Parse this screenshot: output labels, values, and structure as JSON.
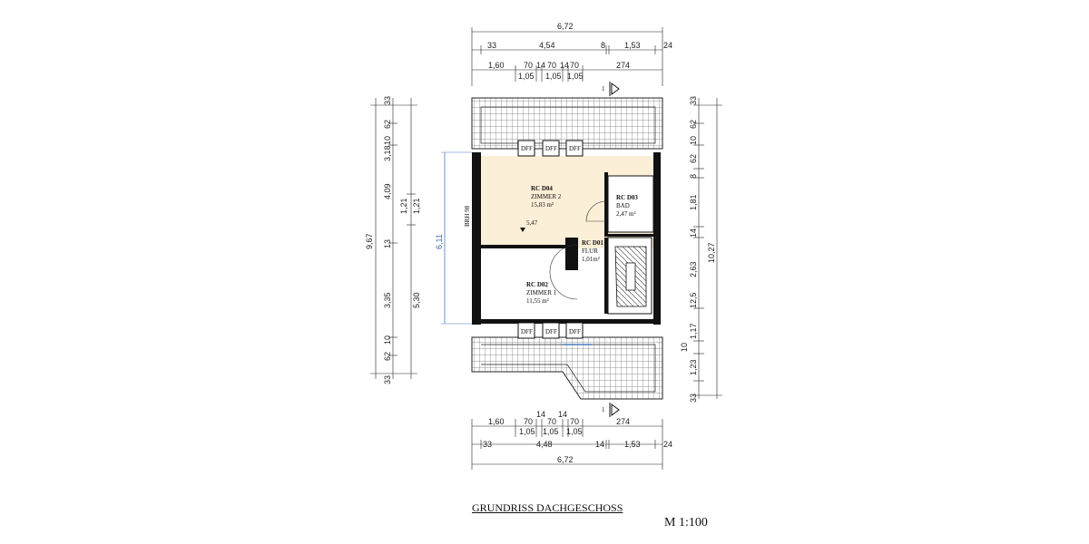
{
  "title": "GRUNDRISS DACHGESCHOSS",
  "scale": "M 1:100",
  "section_marker": "1",
  "rooms": [
    {
      "code": "RC D04",
      "name": "ZIMMER 2",
      "area": "15,83 m²"
    },
    {
      "code": "RC D03",
      "name": "BAD",
      "area": "2,47 m²"
    },
    {
      "code": "RC D01",
      "name": "FLUR",
      "area": "1,01m²"
    },
    {
      "code": "RC D02",
      "name": "ZIMMER 1",
      "area": "11,55 m²"
    }
  ],
  "window_label": "DFF",
  "spot_height": "5,47",
  "brh_label": "BRH 98",
  "top_dims": {
    "overall": "6,72",
    "row2": [
      "33",
      "4,54",
      "8",
      "1,53",
      "24"
    ],
    "row3": [
      "1,60",
      "70",
      "14",
      "70",
      "14",
      "70",
      "274"
    ],
    "row3_sub": [
      "1,05",
      "1,05",
      "1,05"
    ]
  },
  "bottom_dims": {
    "row1": [
      "1,60",
      "70",
      "14",
      "70",
      "14",
      "70",
      "274"
    ],
    "row1_sub": [
      "1,05",
      "1,05",
      "1,05"
    ],
    "row2": [
      "33",
      "4,48",
      "14",
      "1,53",
      "24"
    ],
    "overall": "6,72"
  },
  "left_dims": {
    "overall": "9,67",
    "col2": [
      "33",
      "62",
      "10",
      "3,18",
      "4,09",
      "13",
      "3,35",
      "10",
      "62",
      "33"
    ],
    "col3": [
      "1,21",
      "1,21",
      "5,30"
    ],
    "inner": "6,11"
  },
  "right_dims": {
    "overall": "10,27",
    "col2": [
      "33",
      "62",
      "10",
      "62",
      "8",
      "1,81",
      "14",
      "2,63",
      "12,5",
      "1,17",
      "10",
      "1,23",
      "33"
    ]
  }
}
